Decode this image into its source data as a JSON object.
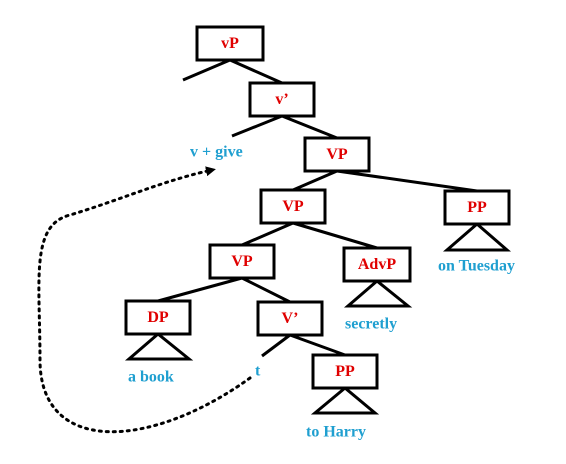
{
  "colors": {
    "node_label": "#e00000",
    "leaf_label": "#1f9fd0",
    "line": "#000000"
  },
  "nodes": {
    "vP": "vP",
    "v_bar": "v’",
    "VP_top": "VP",
    "VP_mid": "VP",
    "PP_tuesday": "PP",
    "VP_low": "VP",
    "AdvP": "AdvP",
    "DP": "DP",
    "V_bar": "V’",
    "PP_harry": "PP"
  },
  "leaves": {
    "v_give": "v + give",
    "on_tuesday": "on Tuesday",
    "secretly": "secretly",
    "a_book": "a book",
    "trace": "t",
    "to_harry": "to Harry"
  }
}
